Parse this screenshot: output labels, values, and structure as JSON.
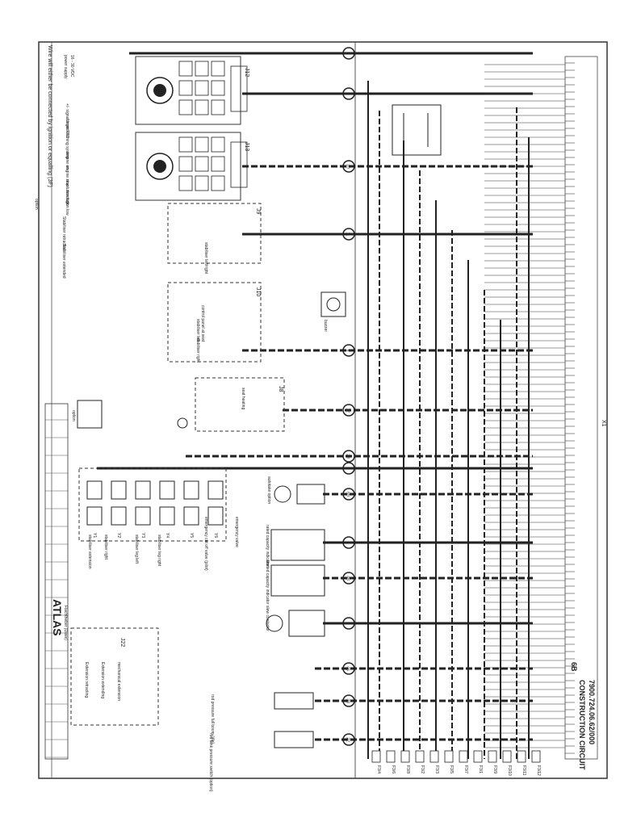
{
  "sheet": {
    "number": "6B",
    "title_lines": [
      "CONSTRUCTION CIRCUIT",
      "7900.724.06.62/000"
    ],
    "brand": "ATLAS",
    "brand_sub": "Flachtheber (Dave)",
    "note": "Wire will either be connected by ignition or equalling (3F)"
  },
  "left_labels": [
    "16 - 30 VDC",
    "power supply",
    "+/- signal from PTO",
    "target warning system",
    "engine on",
    "engine stop",
    "revolution high",
    "revolution low",
    "option",
    "Stabiliser retracted",
    "Stabiliser extended"
  ],
  "connectors": [
    "J12",
    "J13",
    "J9",
    "J10",
    "J8",
    "J22"
  ],
  "node_numbers": [
    "1",
    "2",
    "10",
    "11",
    "6",
    "12",
    "28",
    "3",
    "69",
    "4",
    "48",
    "5",
    "46",
    "38",
    "22"
  ],
  "component_labels": [
    "stabiliser left/right",
    "control panel at seat",
    "stabiliser left",
    "stabiliser right",
    "seat heating",
    "option",
    "buzzer",
    "emergency valve",
    "emergency cut off valve (pilot)",
    "stabiliser leg right",
    "stabiliser leg left",
    "stabiliser right",
    "stabiliser extension",
    "autotake option",
    "rated capacity indicator",
    "limited capacity indicator",
    "slew contactor",
    "Extension retracting",
    "Extension extending",
    "mechanical extension",
    "rod pressure full boom (dle)",
    "rod tank pressure switch (option)"
  ],
  "valves": [
    "Y1",
    "Y2",
    "Y3",
    "Y4",
    "Y5",
    "Y6"
  ],
  "bottom_terminals": [
    "F3/4",
    "F3/6",
    "F3/8",
    "F3/2",
    "F3/3",
    "F3/5",
    "F3/7",
    "F3/1",
    "F3/9",
    "F3/10",
    "F3/11",
    "F3/12"
  ],
  "right_connector": "X1",
  "colors": {
    "wire": "#222222",
    "paper": "#ffffff",
    "border": "#333333"
  },
  "icons": [
    "joystick-icon",
    "horn-icon",
    "lamp-icon",
    "switch-icon",
    "fuse-icon",
    "valve-coil-icon",
    "motor-icon"
  ]
}
